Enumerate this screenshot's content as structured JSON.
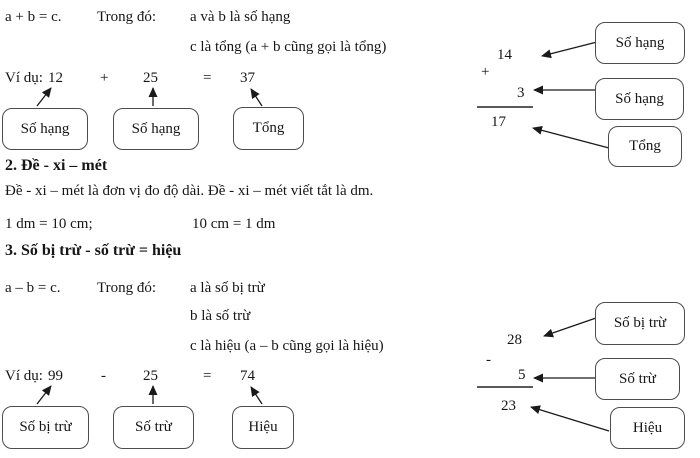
{
  "addition": {
    "formula": "a + b = c.",
    "in_which": "Trong đó:",
    "def1": "a và b là số hạng",
    "def2": "c là tổng (a + b cũng gọi là tổng)",
    "example": {
      "label": "Ví dụ:",
      "a": "12",
      "op": "+",
      "b": "25",
      "eq": "=",
      "c": "37",
      "box_a": "Số hạng",
      "box_b": "Số hạng",
      "box_c": "Tổng"
    },
    "vertical": {
      "a": "14",
      "op": "+",
      "b": "3",
      "c": "17",
      "label_a": "Số hạng",
      "label_b": "Số hạng",
      "label_c": "Tổng"
    }
  },
  "decimeter": {
    "heading": "2. Đề - xi – mét",
    "body": "Đề - xi – mét là đơn vị đo độ dài. Đề - xi – mét viết tắt là dm.",
    "eq_left": "1 dm = 10 cm;",
    "eq_right": "10 cm = 1 dm"
  },
  "subtraction": {
    "heading": "3. Số bị trừ - số trừ = hiệu",
    "formula": "a – b = c.",
    "in_which": "Trong đó:",
    "def1": "a là số bị trừ",
    "def2": "b là số trừ",
    "def3": "c là hiệu (a – b cũng gọi là hiệu)",
    "example": {
      "label": "Ví dụ:",
      "a": "99",
      "op": "-",
      "b": "25",
      "eq": "=",
      "c": "74",
      "box_a": "Số bị trừ",
      "box_b": "Số trừ",
      "box_c": "Hiệu"
    },
    "vertical": {
      "a": "28",
      "op": "-",
      "b": "5",
      "c": "23",
      "label_a": "Số bị trừ",
      "label_b": "Số trừ",
      "label_c": "Hiệu"
    }
  },
  "colors": {
    "text": "#161616",
    "box_border": "#4d4d4d",
    "background": "#ffffff",
    "arrow": "#1a1a1a"
  }
}
